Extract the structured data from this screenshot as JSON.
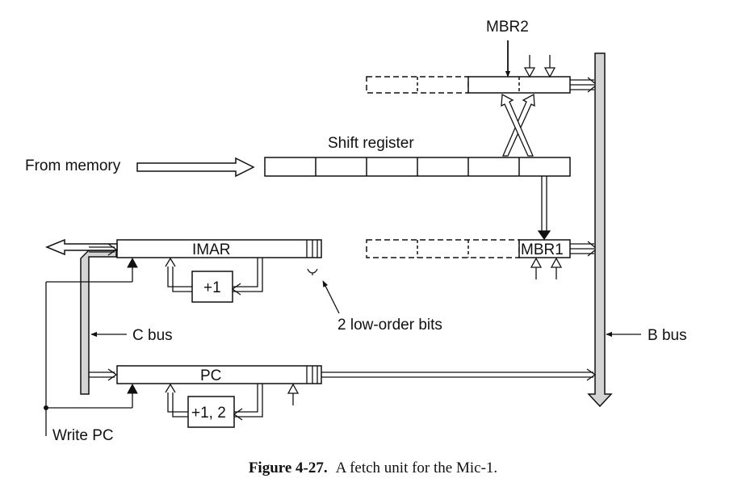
{
  "labels": {
    "mbr2": "MBR2",
    "shift_register": "Shift register",
    "from_memory": "From memory",
    "imar": "IMAR",
    "plus1": "+1",
    "mbr1": "MBR1",
    "low_order_bits": "2 low-order bits",
    "c_bus": "C bus",
    "b_bus": "B bus",
    "pc": "PC",
    "plus12": "+1, 2",
    "write_pc": "Write PC"
  },
  "caption": {
    "number": "Figure 4-27.",
    "text": "A fetch unit for the Mic-1."
  }
}
